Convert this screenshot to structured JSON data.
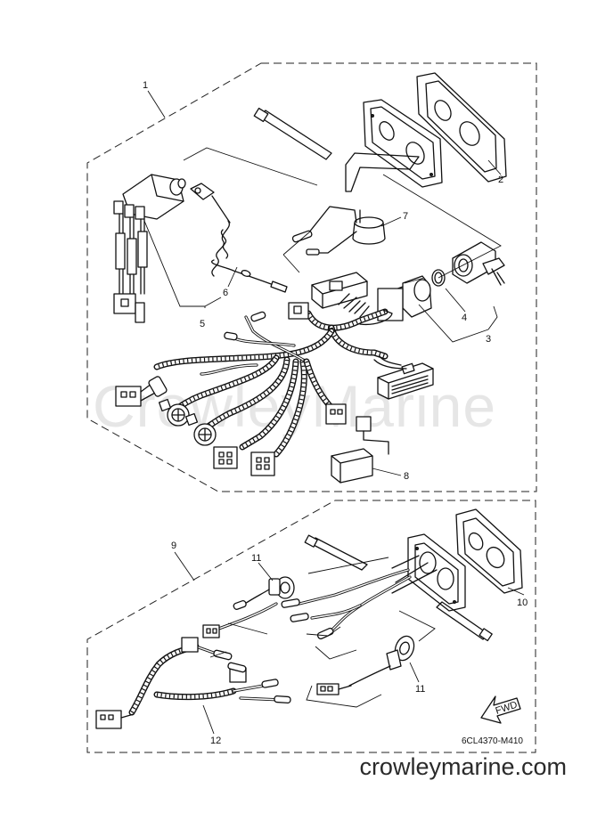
{
  "watermark": "CrowleyMarine",
  "footer_site": "crowleymarine.com",
  "diagram_code": "6CL4370-M410",
  "fwd_label": "FWD",
  "callouts": {
    "c1": "1",
    "c2": "2",
    "c3": "3",
    "c4": "4",
    "c5": "5",
    "c6": "6",
    "c7": "7",
    "c8": "8",
    "c9": "9",
    "c10": "10",
    "c11a": "11",
    "c11b": "11",
    "c12": "12"
  }
}
